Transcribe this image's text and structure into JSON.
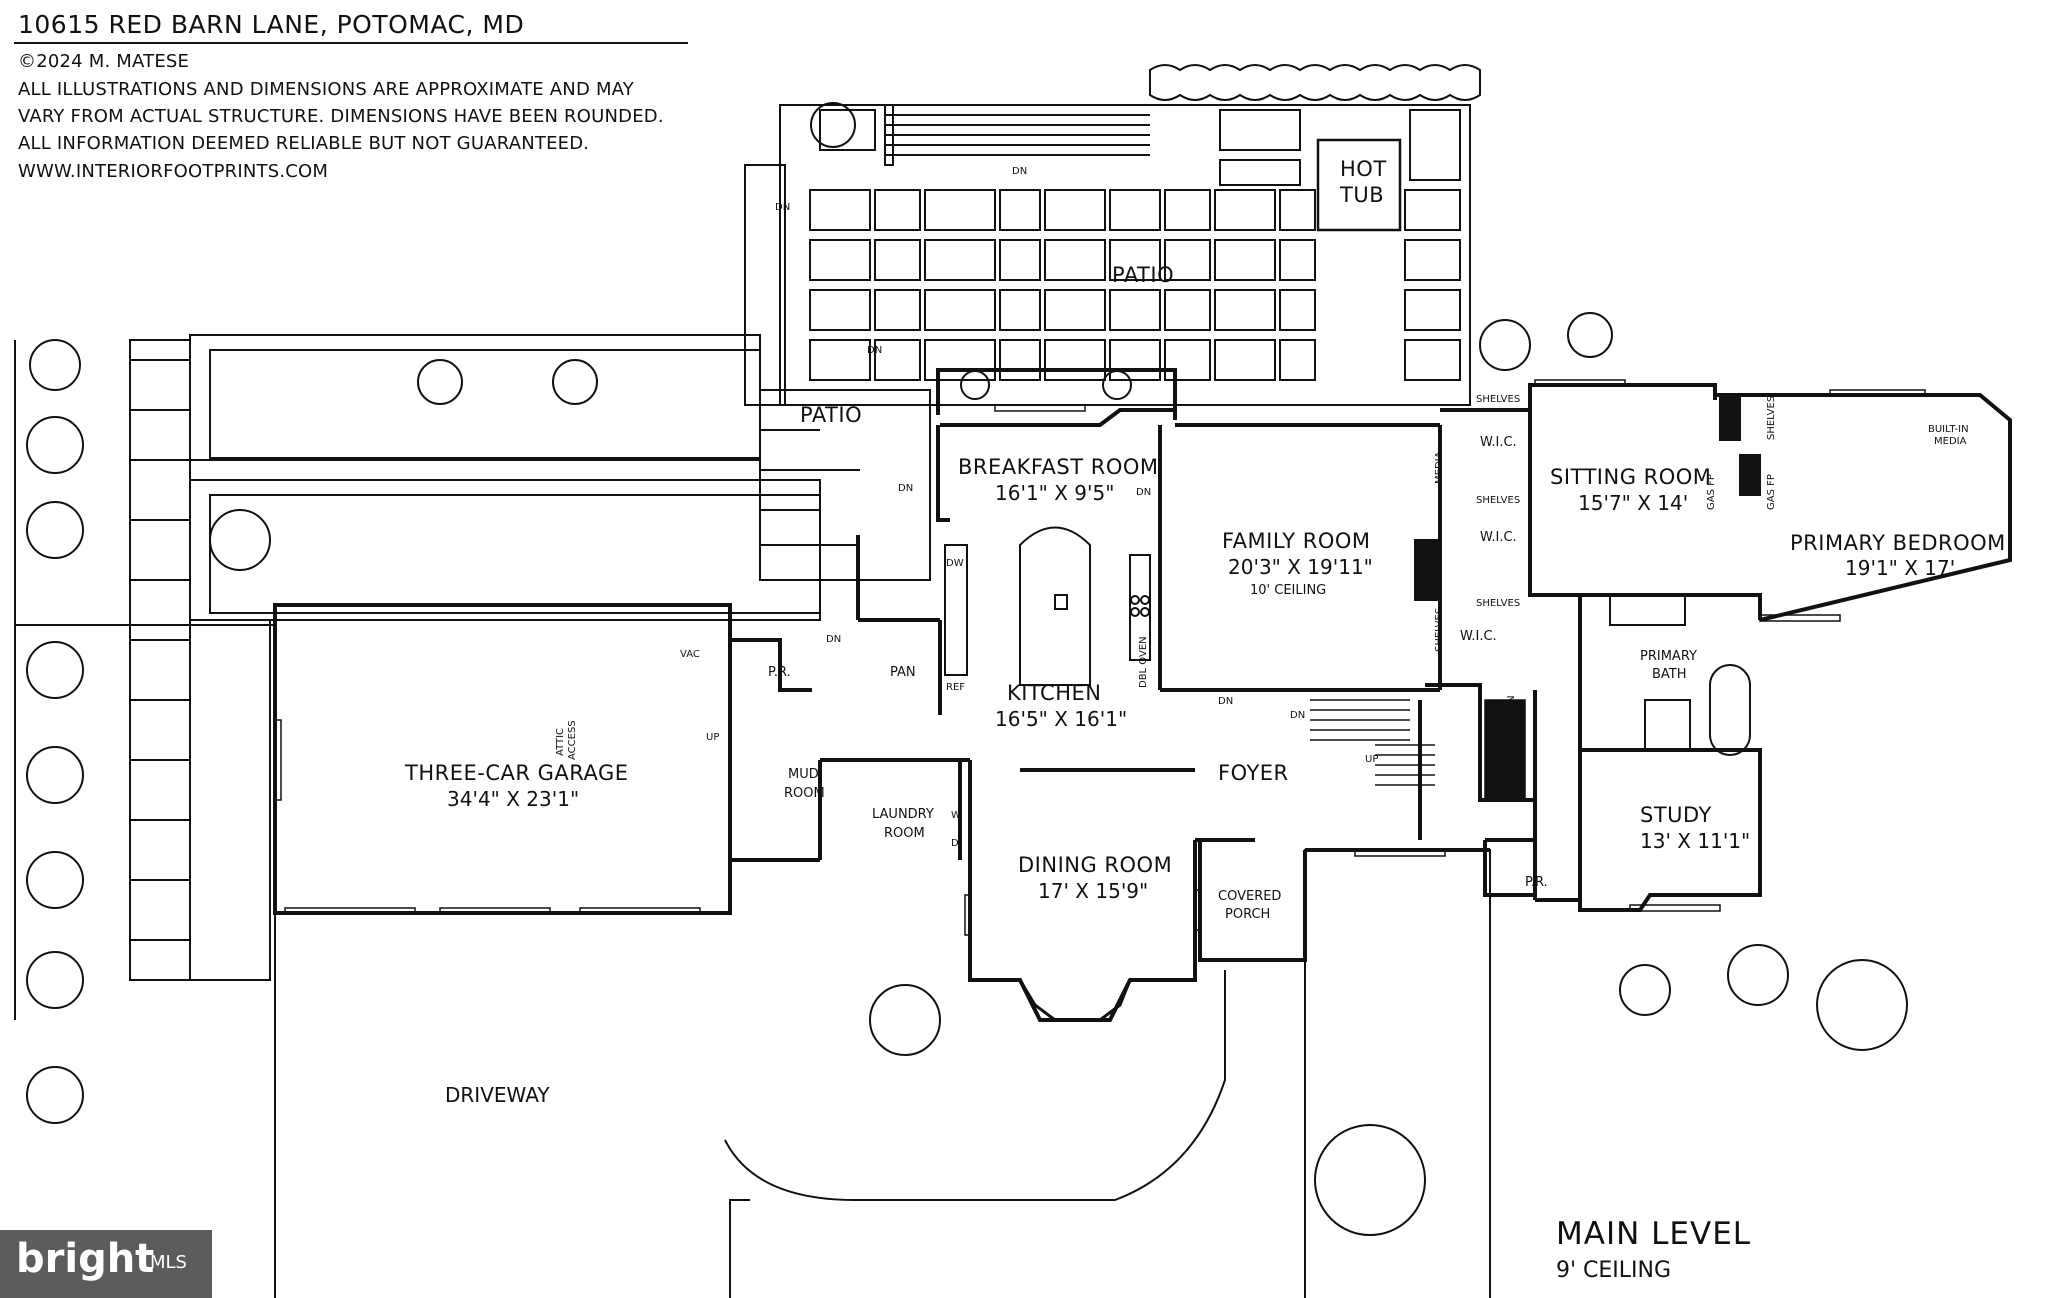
{
  "header": {
    "address": "10615 RED BARN LANE, POTOMAC, MD",
    "copyright": "©2024 M. MATESE",
    "disclaimer_1": "ALL ILLUSTRATIONS AND DIMENSIONS ARE APPROXIMATE AND MAY",
    "disclaimer_2": "VARY FROM ACTUAL STRUCTURE. DIMENSIONS HAVE BEEN ROUNDED.",
    "disclaimer_3": "ALL INFORMATION DEEMED RELIABLE BUT NOT GUARANTEED.",
    "website": "WWW.INTERIORFOOTPRINTS.COM"
  },
  "level": {
    "name": "MAIN LEVEL",
    "ceiling": "9' CEILING"
  },
  "logo": {
    "text": "bright",
    "suffix": "MLS"
  },
  "rooms": {
    "breakfast": {
      "name": "BREAKFAST ROOM",
      "dims": "16'1\" X 9'5\""
    },
    "family": {
      "name": "FAMILY ROOM",
      "dims": "20'3\" X 19'11\"",
      "note": "10' CEILING"
    },
    "sitting": {
      "name": "SITTING ROOM",
      "dims": "15'7\" X 14'"
    },
    "primary_bedroom": {
      "name": "PRIMARY BEDROOM",
      "dims": "19'1\" X 17'"
    },
    "kitchen": {
      "name": "KITCHEN",
      "dims": "16'5\" X 16'1\""
    },
    "garage": {
      "name": "THREE-CAR GARAGE",
      "dims": "34'4\" X 23'1\""
    },
    "dining": {
      "name": "DINING ROOM",
      "dims": "17' X 15'9\""
    },
    "study": {
      "name": "STUDY",
      "dims": "13' X 11'1\""
    },
    "foyer": {
      "name": "FOYER"
    },
    "mud_1": "MUD",
    "mud_2": "ROOM",
    "laundry_1": "LAUNDRY",
    "laundry_2": "ROOM",
    "porch_1": "COVERED",
    "porch_2": "PORCH",
    "primary_bath_1": "PRIMARY",
    "primary_bath_2": "BATH",
    "pantry": "PAN",
    "powder_1": "P.R.",
    "powder_2": "P.R.",
    "wic_1": "W.I.C.",
    "wic_2": "W.I.C.",
    "wic_3": "W.I.C.",
    "hot_tub_1": "HOT",
    "hot_tub_2": "TUB",
    "patio_main": "PATIO",
    "patio_small": "PATIO",
    "driveway": "DRIVEWAY"
  },
  "fixtures": {
    "shelves": "SHELVES",
    "gas_fp_1": "GAS",
    "gas_fp_2": "FP",
    "gas_fp_v": "GAS FP",
    "builtin_1": "BUILT-IN",
    "builtin_2": "MEDIA",
    "builtin_v": "BUILT-IN",
    "media": "MEDIA",
    "attic_1": "ATTIC",
    "attic_2": "ACCESS",
    "vac": "VAC",
    "dw": "DW",
    "ref": "REF",
    "dbl_oven": "DBL OVEN",
    "washer": "W",
    "dryer": "D",
    "dn": "DN",
    "up": "UP"
  }
}
